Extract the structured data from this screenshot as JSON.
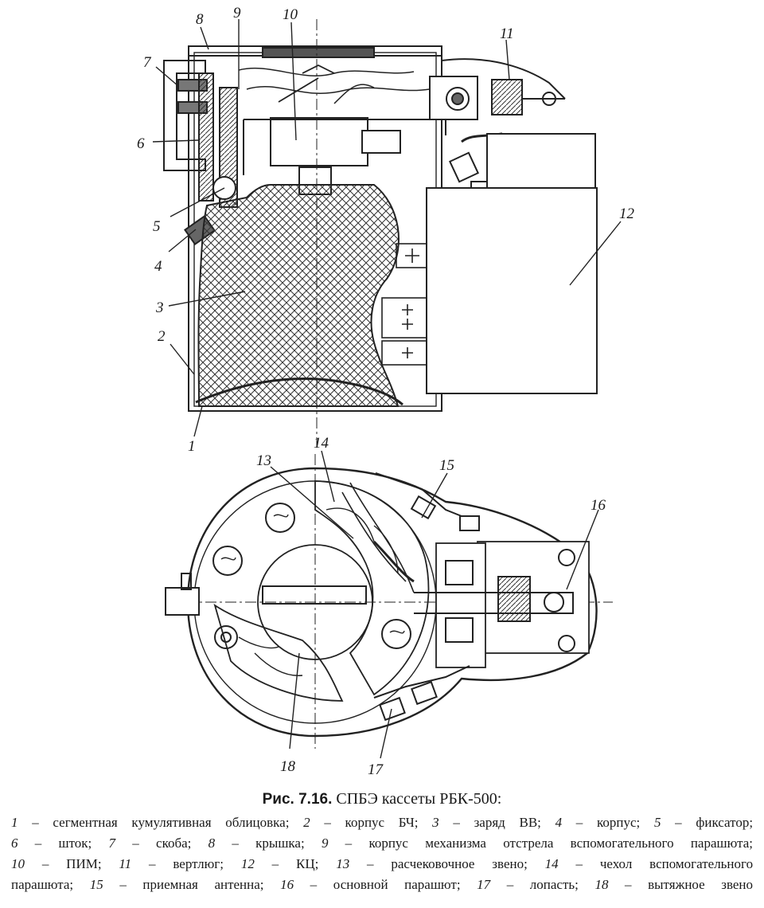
{
  "figure": {
    "labels_top": {
      "l1": "1",
      "l2": "2",
      "l3": "3",
      "l4": "4",
      "l5": "5",
      "l6": "6",
      "l7": "7",
      "l8": "8",
      "l9": "9",
      "l10": "10",
      "l11": "11",
      "l12": "12"
    },
    "labels_bottom": {
      "l13": "13",
      "l14": "14",
      "l15": "15",
      "l16": "16",
      "l17": "17",
      "l18": "18"
    }
  },
  "caption": {
    "number": "Рис. 7.16.",
    "title": "СПБЭ кассеты РБК-500:",
    "legend": [
      {
        "n": "1",
        "t": "сегментная кумулятивная облицовка;"
      },
      {
        "n": "2",
        "t": "корпус БЧ;"
      },
      {
        "n": "3",
        "t": "заряд ВВ;"
      },
      {
        "n": "4",
        "t": "корпус;"
      },
      {
        "n": "5",
        "t": "фиксатор;"
      },
      {
        "n": "6",
        "t": "шток;"
      },
      {
        "n": "7",
        "t": "скоба;"
      },
      {
        "n": "8",
        "t": "крышка;"
      },
      {
        "n": "9",
        "t": "корпус механизма отстрела вспомогательного парашюта;"
      },
      {
        "n": "10",
        "t": "ПИМ;"
      },
      {
        "n": "11",
        "t": "вертлюг;"
      },
      {
        "n": "12",
        "t": "КЦ;"
      },
      {
        "n": "13",
        "t": "расчековочное звено;"
      },
      {
        "n": "14",
        "t": "чехол вспомогательного"
      },
      {
        "n": "",
        "t": "парашюта;"
      },
      {
        "n": "15",
        "t": "приемная антенна;"
      },
      {
        "n": "16",
        "t": "основной парашют;"
      },
      {
        "n": "17",
        "t": "лопасть;"
      },
      {
        "n": "18",
        "t": "вытяжное звено"
      }
    ]
  }
}
